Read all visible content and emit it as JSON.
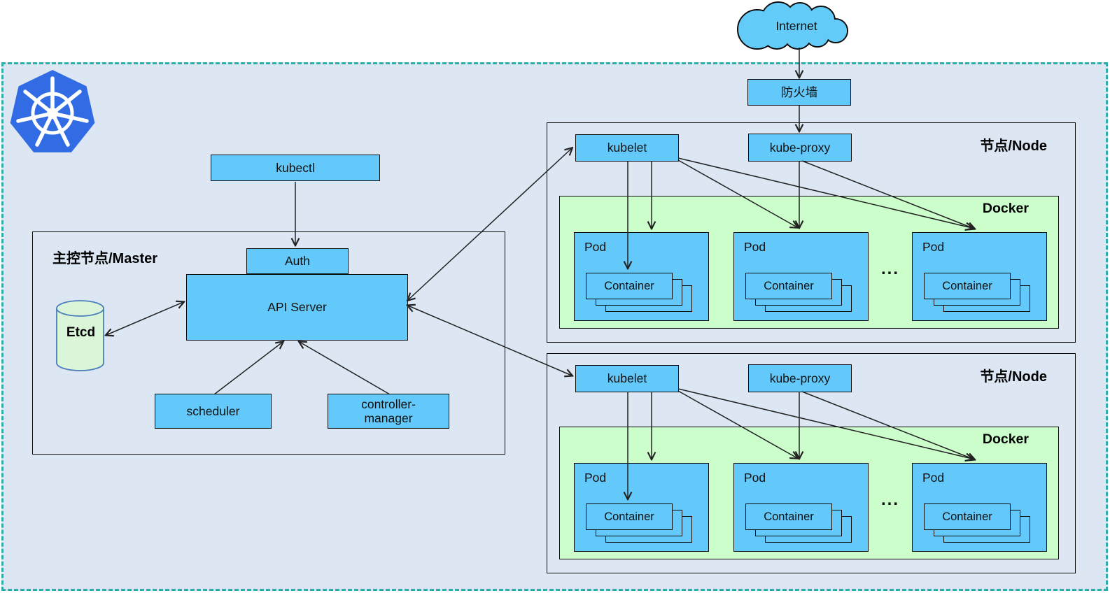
{
  "colors": {
    "frame_border": "#2faea9",
    "frame_bg": "#dce7f3",
    "box_blue": "#63c9fa",
    "docker_green": "#ccfecc",
    "etcd_fill": "#dbf5d9",
    "etcd_stroke": "#4a7ebb",
    "kubernetes_blue": "#326ce5",
    "line": "#222222"
  },
  "internet": {
    "label": "Internet"
  },
  "firewall": {
    "label": "防火墙"
  },
  "kubectl": {
    "label": "kubectl"
  },
  "master": {
    "title": "主控节点/Master",
    "auth_label": "Auth",
    "api_server_label": "API Server",
    "etcd_label": "Etcd",
    "scheduler_label": "scheduler",
    "controller_manager_line1": "controller-",
    "controller_manager_line2": "manager"
  },
  "nodes": [
    {
      "title": "节点/Node",
      "kubelet_label": "kubelet",
      "kube_proxy_label": "kube-proxy",
      "docker_label": "Docker",
      "ellipsis": "...",
      "pods": [
        {
          "label": "Pod",
          "container_label": "Container"
        },
        {
          "label": "Pod",
          "container_label": "Container"
        },
        {
          "label": "Pod",
          "container_label": "Container"
        }
      ]
    },
    {
      "title": "节点/Node",
      "kubelet_label": "kubelet",
      "kube_proxy_label": "kube-proxy",
      "docker_label": "Docker",
      "ellipsis": "...",
      "pods": [
        {
          "label": "Pod",
          "container_label": "Container"
        },
        {
          "label": "Pod",
          "container_label": "Container"
        },
        {
          "label": "Pod",
          "container_label": "Container"
        }
      ]
    }
  ]
}
